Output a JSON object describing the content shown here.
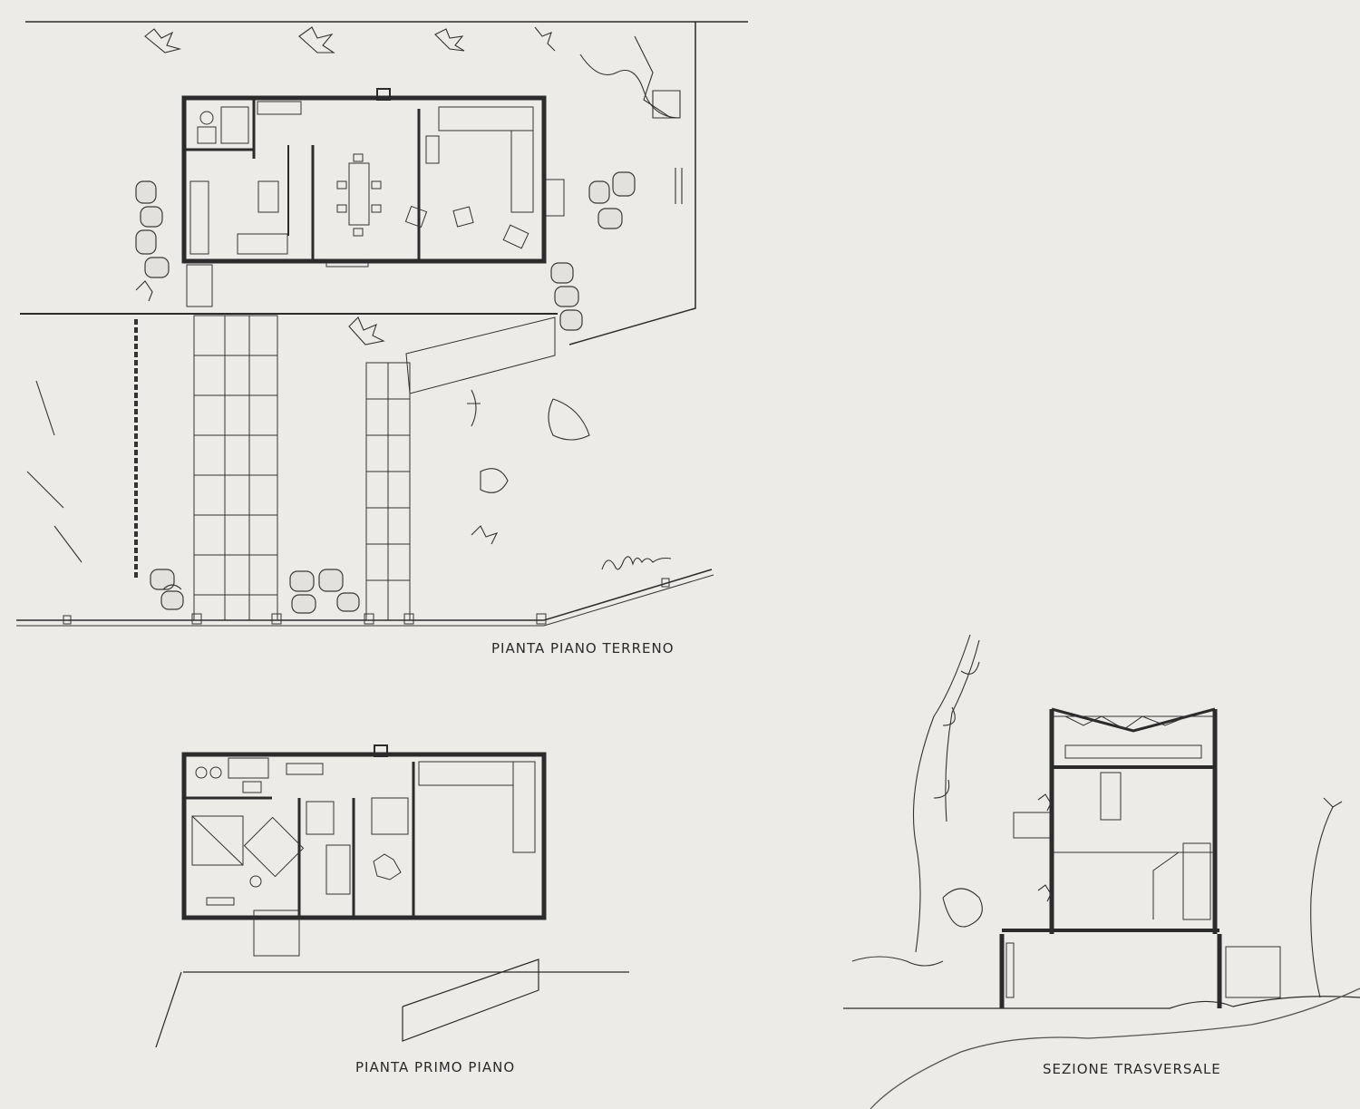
{
  "captions": {
    "ground_floor": "PIANTA PIANO TERRENO",
    "first_floor": "PIANTA PRIMO PIANO",
    "section": "SEZIONE TRASVERSALE"
  },
  "colors": {
    "paper": "#ecebe8",
    "ink": "#2b2b2b"
  }
}
